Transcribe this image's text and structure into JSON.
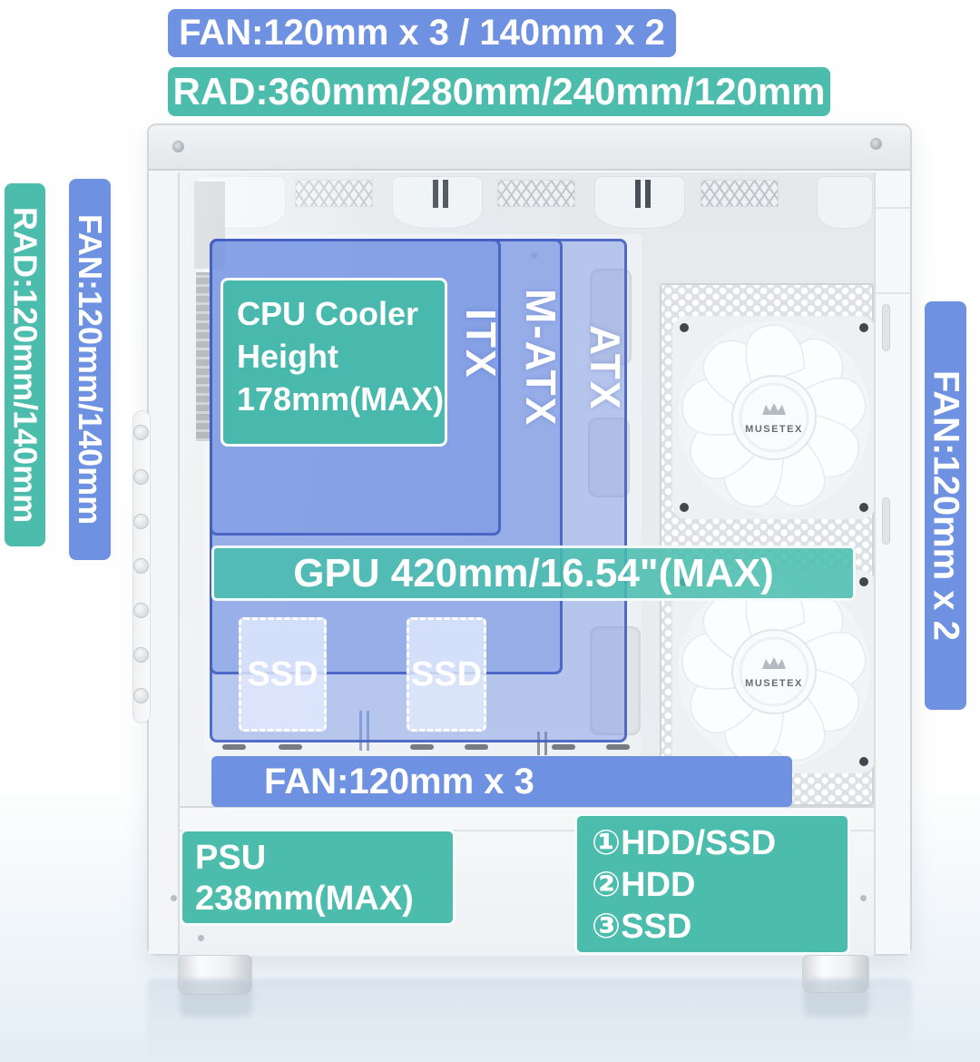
{
  "annotations": {
    "top_fan": "FAN:120mm x 3 / 140mm x 2",
    "top_rad": "RAD:360mm/280mm/240mm/120mm",
    "left_rad": "RAD:120mm/140mm",
    "left_fan": "FAN:120mm/140mm",
    "right_fan": "FAN:120mm x 2",
    "cpu_cooler_lines": [
      "CPU Cooler",
      "Height",
      "178mm(MAX)"
    ],
    "mobo_itx": "ITX",
    "mobo_matx": "M-ATX",
    "mobo_atx": "ATX",
    "gpu": "GPU 420mm/16.54\"(MAX)",
    "ssd_left": "SSD",
    "ssd_right": "SSD",
    "bottom_fan": "FAN:120mm x 3",
    "psu_lines": [
      "PSU",
      "238mm(MAX)"
    ],
    "drive_bay_lines": [
      "①HDD/SSD",
      "②HDD",
      "③SSD"
    ]
  },
  "case": {
    "fan_brand": "MUSETEX"
  },
  "colors": {
    "accent_blue": "#6e91e1",
    "accent_teal": "#4cbcac",
    "mobo_box_fill": "#7392e2",
    "label_text": "#ffffff"
  }
}
